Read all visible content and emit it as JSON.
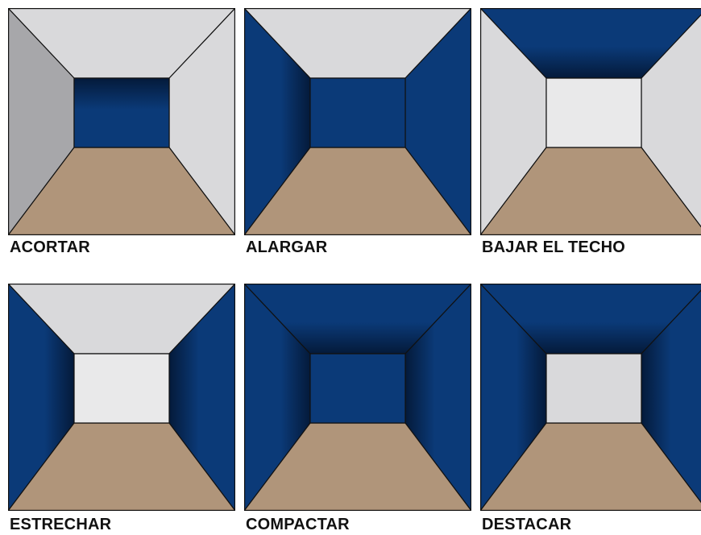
{
  "colors": {
    "navy": "#0b3a78",
    "navy_dark": "#041a3a",
    "light_gray": "#d9d9db",
    "pale_gray": "#e9e9ea",
    "mid_gray": "#a7a7aa",
    "floor": "#b0957a",
    "outline": "#111111"
  },
  "rooms": [
    {
      "label": "ACORTAR",
      "ceiling": "light",
      "back": "navy-dark",
      "left": "mid-gray",
      "right": "light",
      "floor": "floor"
    },
    {
      "label": "ALARGAR",
      "ceiling": "light",
      "back": "navy",
      "left": "navy-dark",
      "right": "navy",
      "floor": "floor"
    },
    {
      "label": "BAJAR EL TECHO",
      "ceiling": "navy-dark",
      "back": "pale",
      "left": "light",
      "right": "light",
      "floor": "floor"
    },
    {
      "label": "ESTRECHAR",
      "ceiling": "light",
      "back": "pale",
      "left": "navy-dark",
      "right": "navy-dark",
      "floor": "floor"
    },
    {
      "label": "COMPACTAR",
      "ceiling": "navy-dark",
      "back": "navy",
      "left": "navy-dark",
      "right": "navy-dark",
      "floor": "floor"
    },
    {
      "label": "DESTACAR",
      "ceiling": "navy-dark",
      "back": "light",
      "left": "navy-dark",
      "right": "navy-dark",
      "floor": "floor"
    }
  ]
}
